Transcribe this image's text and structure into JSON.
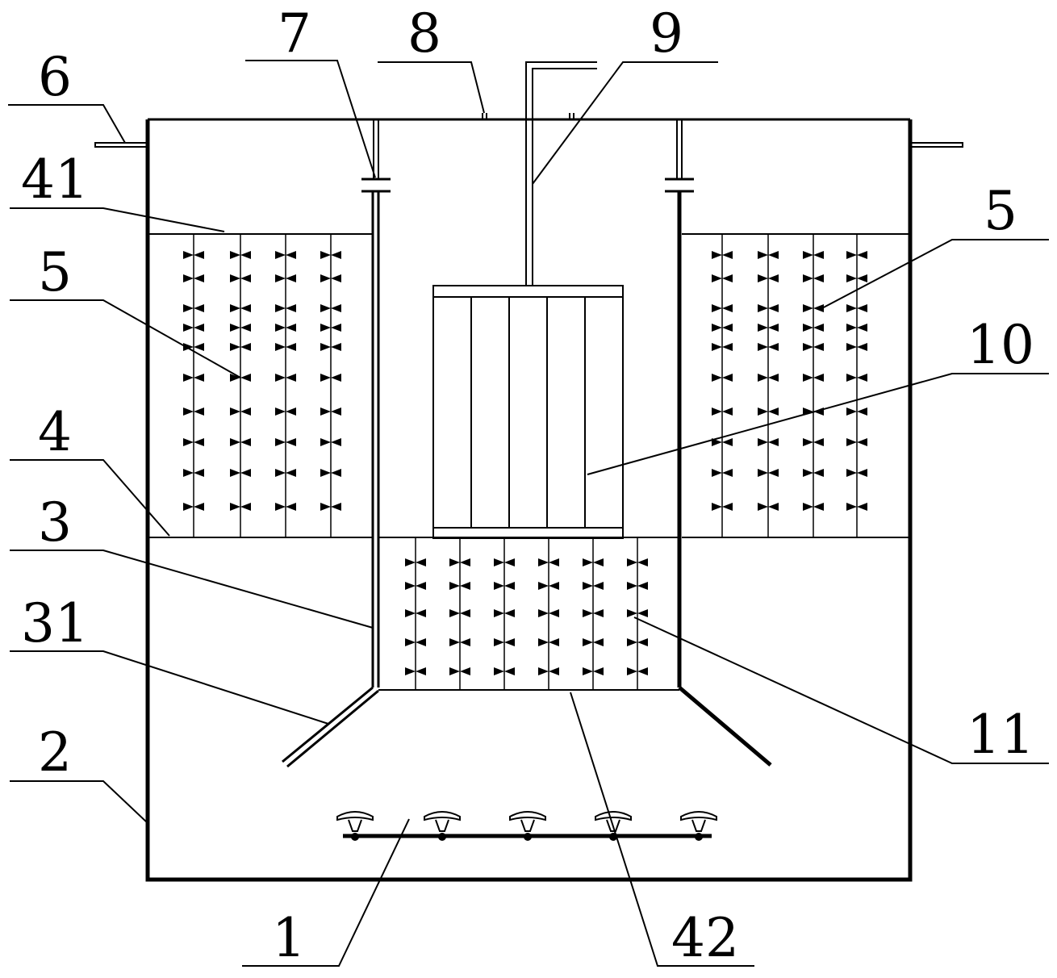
{
  "labels": {
    "l1": "1",
    "l2": "2",
    "l3": "3",
    "l4": "4",
    "l5_left": "5",
    "l5_right": "5",
    "l6": "6",
    "l7": "7",
    "l8": "8",
    "l9": "9",
    "l10": "10",
    "l11": "11",
    "l31": "31",
    "l41": "41",
    "l42": "42"
  }
}
